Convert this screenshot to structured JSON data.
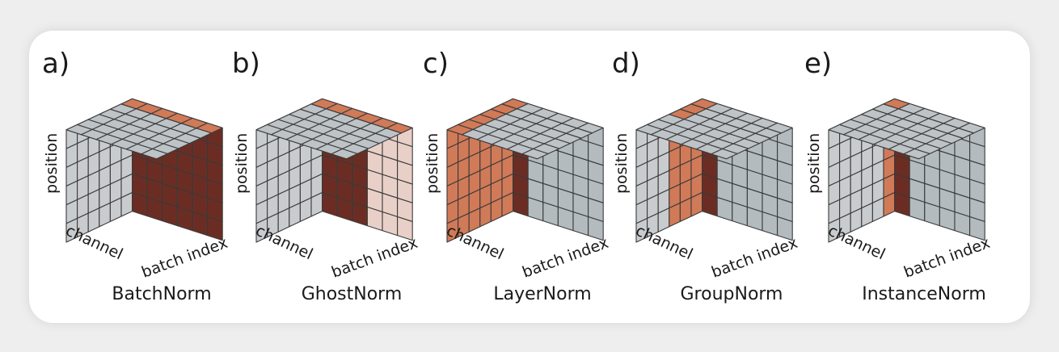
{
  "axis_labels": {
    "position": "position",
    "channel": "channel",
    "batch": "batch index"
  },
  "colors": {
    "grey_front": "#c9cccf",
    "grey_top": "#bdc3c6",
    "grey_side": "#b3bbbf",
    "orange_face": "#d17a58",
    "brown_face": "#6b2d23",
    "pale_face": "#e8d0c8",
    "edge": "#3a3a3a"
  },
  "panels": [
    {
      "letter": "a)",
      "name": "BatchNorm"
    },
    {
      "letter": "b)",
      "name": "GhostNorm"
    },
    {
      "letter": "c)",
      "name": "LayerNorm"
    },
    {
      "letter": "d)",
      "name": "GroupNorm"
    },
    {
      "letter": "e)",
      "name": "InstanceNorm"
    }
  ]
}
